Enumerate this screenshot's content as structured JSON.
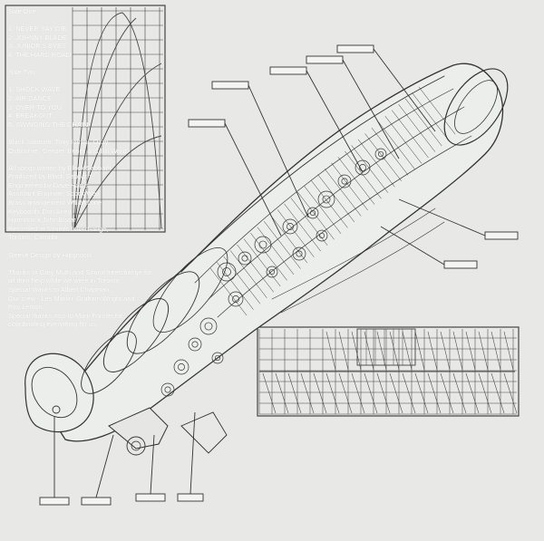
{
  "colors": {
    "paper": "#e8e9e6",
    "ink": "#3a3a3a",
    "text": "#ffffff"
  },
  "credits": {
    "side_one_title": "Side One",
    "side_one_tracks": [
      "1. NEVER SAY DIE",
      "2. JOHNNY BLADE",
      "3. JUNIOR'S EYES",
      "4. THE HARD ROAD"
    ],
    "side_two_title": "Side Two",
    "side_two_tracks": [
      "1. SHOCK WAVE",
      "2. AIR DANCE",
      "3. OVER TO YOU",
      "4. BREAKOUT",
      "5. SWINGING THE CHAIN"
    ],
    "band": [
      "Black Sabbath: Tony Iommi, Ozzy",
      "Osbourne, 'Geezer' Butler and Bill Ward."
    ],
    "production": [
      "All songs written by Black Sabbath",
      "Produced by Black Sabbath",
      "Engineered by Dave Harris",
      "Assistant Engineer Spock Wall",
      "Brass arrangement Will Malone",
      "Keyboards Don Airey",
      "Harmonica John Elstar",
      "Recorded at Sounds Interchange,",
      "Toronto, Canada."
    ],
    "design": "Sleeve Design by Hipgnosis",
    "thanks": [
      "Thanks to Gary Muth and Sound Interchange for",
      "all their help while we were in Toronto.",
      "Special thanks to Albert Chapman.",
      "Our crew - Les Martin, Graham Wright and",
      "Roy Lemon.",
      "Special thanks also to Mark Forster for",
      "coordinating everything for us."
    ]
  }
}
